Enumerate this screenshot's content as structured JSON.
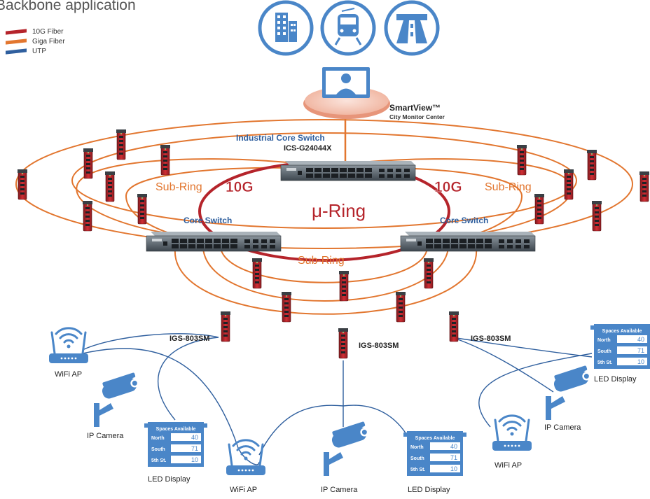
{
  "title": "Backbone application",
  "legend": [
    {
      "label": "10G Fiber",
      "color": "#b5242b"
    },
    {
      "label": "Giga Fiber",
      "color": "#e2762f"
    },
    {
      "label": "UTP",
      "color": "#2f5f9e"
    }
  ],
  "colors": {
    "ten_g": "#b5242b",
    "giga": "#e2762f",
    "utp": "#2f5f9e",
    "icon_blue": "#4a86c8",
    "switch_gray": "#5d6770",
    "device_red": "#c4262e"
  },
  "icons": [
    "building-icon",
    "train-icon",
    "highway-icon"
  ],
  "monitor": {
    "name": "SmartView™",
    "sub": "City Monitor Center"
  },
  "core": {
    "label": "Industrial Core Switch",
    "model": "ICS-G24044X"
  },
  "core_switch_label": "Core Switch",
  "ring_label": "μ-Ring",
  "speed_label": "10G",
  "sub_ring_label": "Sub-Ring",
  "edge_switch_label": "IGS-803SM",
  "wifi_label": "WiFi AP",
  "camera_label": "IP Camera",
  "display": {
    "label": "LED Display",
    "header": "Spaces Available",
    "rows": [
      {
        "name": "North",
        "value": "40"
      },
      {
        "name": "South",
        "value": "71"
      },
      {
        "name": "5th St.",
        "value": "10"
      }
    ]
  }
}
